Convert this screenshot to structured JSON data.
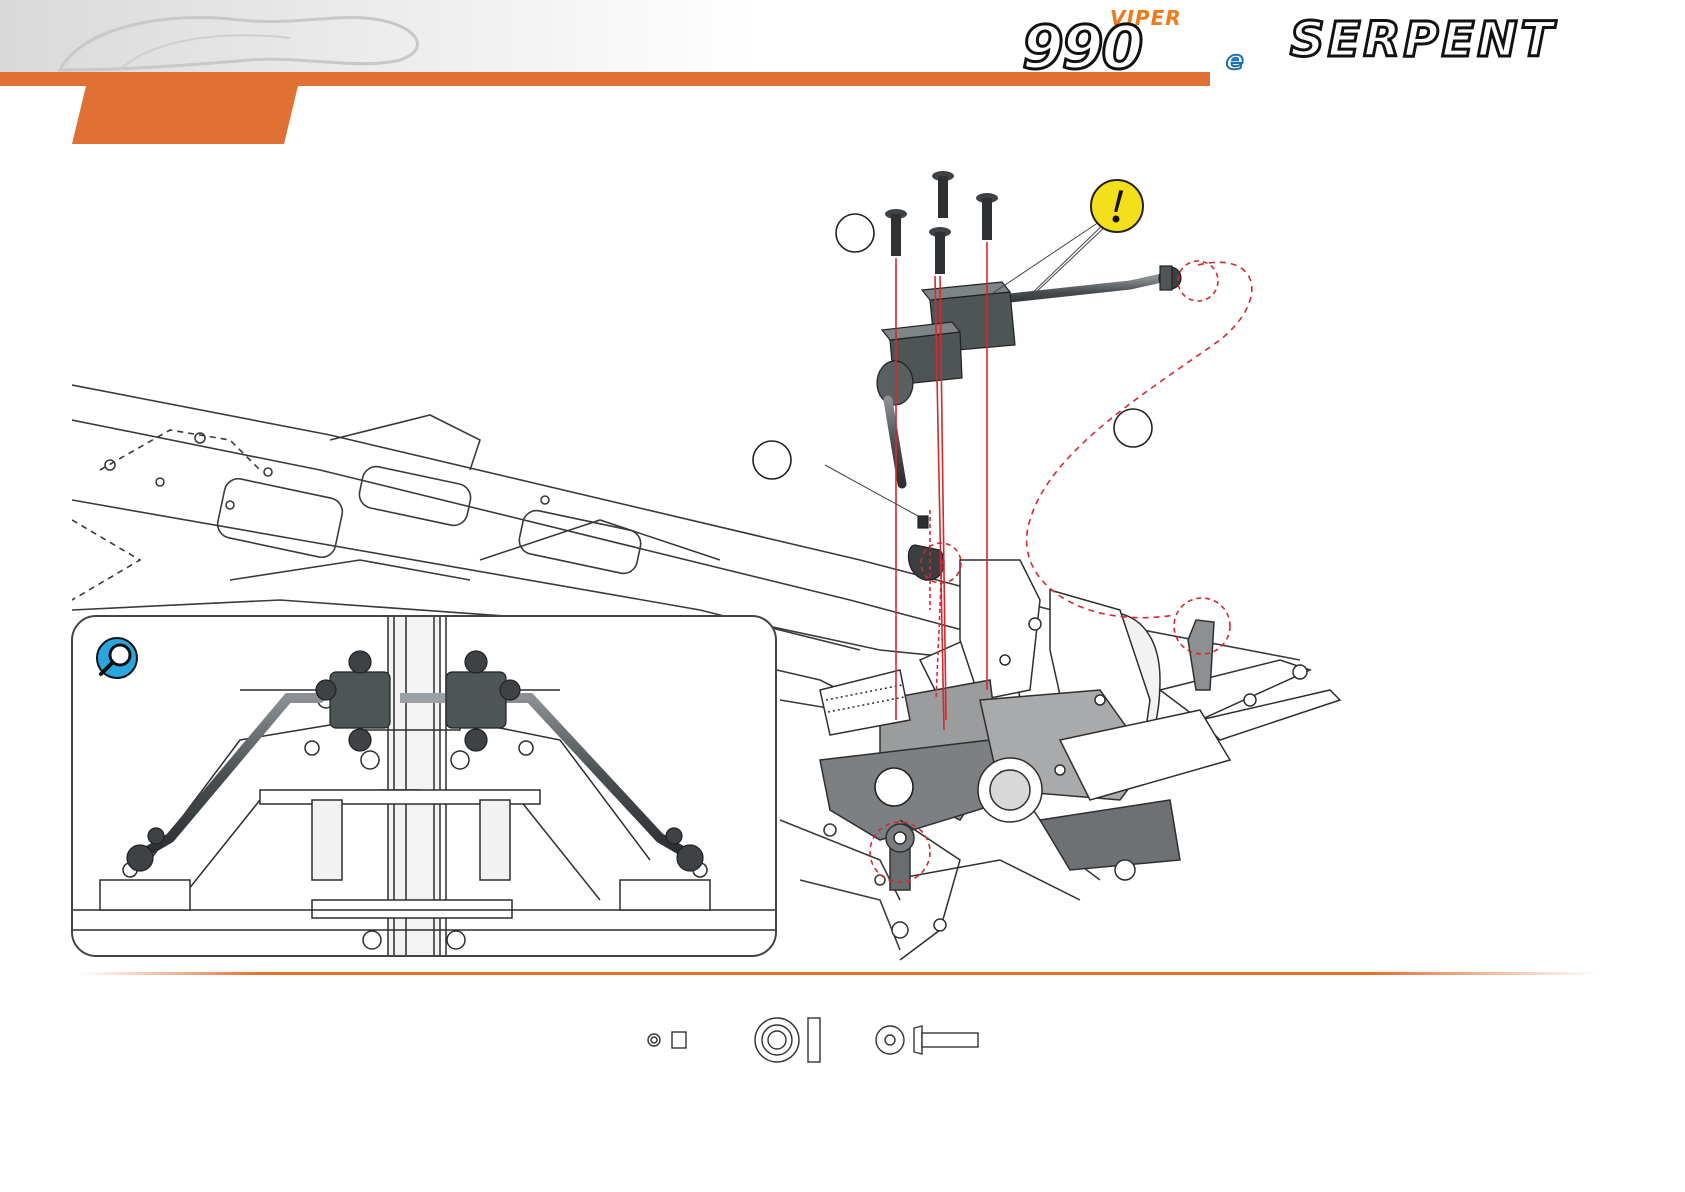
{
  "brand": {
    "model_logo": {
      "top_word": "VIPER",
      "number": "990",
      "suffix": "e"
    },
    "maker_logo": "SERPENT"
  },
  "colors": {
    "accent_orange": "#e07033",
    "callout_red": "#d8282c",
    "warning_yellow": "#f3df1a",
    "magnifier_blue": "#2aa6de",
    "part_dark": "#505558"
  },
  "icons": {
    "warning": "exclamation-icon",
    "detail_view": "magnifier-icon"
  },
  "parts_strip": {
    "items": [
      "ballstud-and-setscrew",
      "ballcup-and-pin",
      "washer-and-screw"
    ]
  }
}
